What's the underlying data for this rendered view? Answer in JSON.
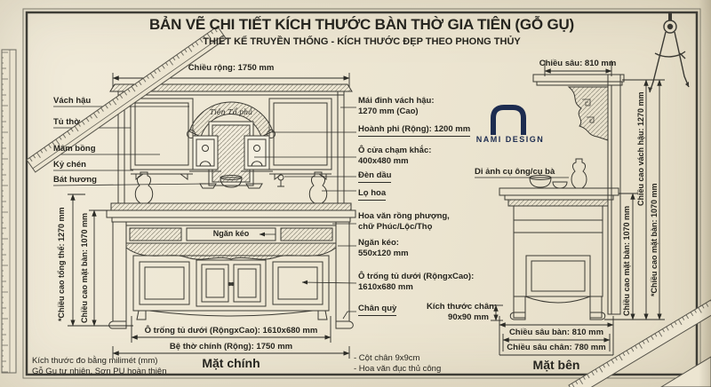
{
  "colors": {
    "paper": "#ece5d2",
    "ink": "#32312b",
    "dim_line": "#2c2c27",
    "logo_navy": "#1d2c50"
  },
  "icons": {
    "top_right": "drafting-compass-icon",
    "top_left": "diagonal-ruler-icon",
    "left": "vertical-ruler-icon",
    "bottom_right": "set-square-icon"
  },
  "title": {
    "main": "BẢN VẼ CHI TIẾT KÍCH THƯỚC BÀN THỜ GIA TIÊN (GỖ GỤ)",
    "sub": "THIẾT KẾ TRUYỀN THỐNG - KÍCH THƯỚC ĐẸP THEO PHONG THỦY"
  },
  "front_view": {
    "caption": "Mặt chính",
    "dim_width_top": "Chiều rộng: 1750 mm",
    "dim_height_total": "*Chiều cao tổng thể: 1270 mm",
    "dim_height_table": "Chiều cao mặt bàn: 1070 mm",
    "dim_bottom_opening": "Ô trống tủ dưới (RộngxCao): 1610x680 mm",
    "dim_bottom_base": "Bệ thờ chính (Rộng): 1750 mm",
    "drawer_label": "Ngăn kéo",
    "banner_text": "Tiên Tổ phả",
    "left_labels": [
      "Vách hậu",
      "Tủ thờ",
      "Mâm bồng",
      "Kỷ chén",
      "Bát hương"
    ],
    "right_labels": [
      {
        "l1": "Mái đỉnh vách hậu:",
        "l2": "1270 mm (Cao)"
      },
      {
        "l1": "Hoành phi (Rộng): 1200 mm"
      },
      {
        "l1": "Ô cửa chạm khắc:",
        "l2": "400x480 mm"
      },
      {
        "l1": "Đèn dầu"
      },
      {
        "l1": "Lọ hoa"
      },
      {
        "l1": "Hoa văn rồng phượng,",
        "l2": "chữ Phúc/Lộc/Thọ"
      },
      {
        "l1": "Ngăn kéo:",
        "l2": "550x120 mm"
      },
      {
        "l1": "Ô trống tủ dưới (RộngxCao):",
        "l2": "1610x680 mm"
      },
      {
        "l1": "Chân quỳ"
      }
    ]
  },
  "side_view": {
    "caption": "Mặt bên",
    "dim_depth_top": "Chiều sâu: 810 mm",
    "photo_label": "Di ảnh cụ ông/cụ bà",
    "dim_back_height": "Chiều cao vách hậu: 1270 mm",
    "dim_table_height": "Chiều cao mặt bàn: 1070 mm",
    "dim_table_height_star": "*Chiều cao mặt bàn: 1070 mm",
    "leg_size": {
      "l1": "Kích thước chân:",
      "l2": "90x90 mm"
    },
    "dim_depth_table": "Chiều sâu bàn: 810 mm",
    "dim_depth_leg": "Chiều sâu chân: 780 mm"
  },
  "notes": {
    "left1": "Kích thước đo bằng milimét (mm)",
    "left2": "Gỗ Gụ tự nhiên, Sơn PU hoàn thiện",
    "center1": "- Cột chân 9x9cm",
    "center2": "- Hoa văn đục thủ công"
  },
  "logo": {
    "name": "NAMI DESIGN"
  }
}
